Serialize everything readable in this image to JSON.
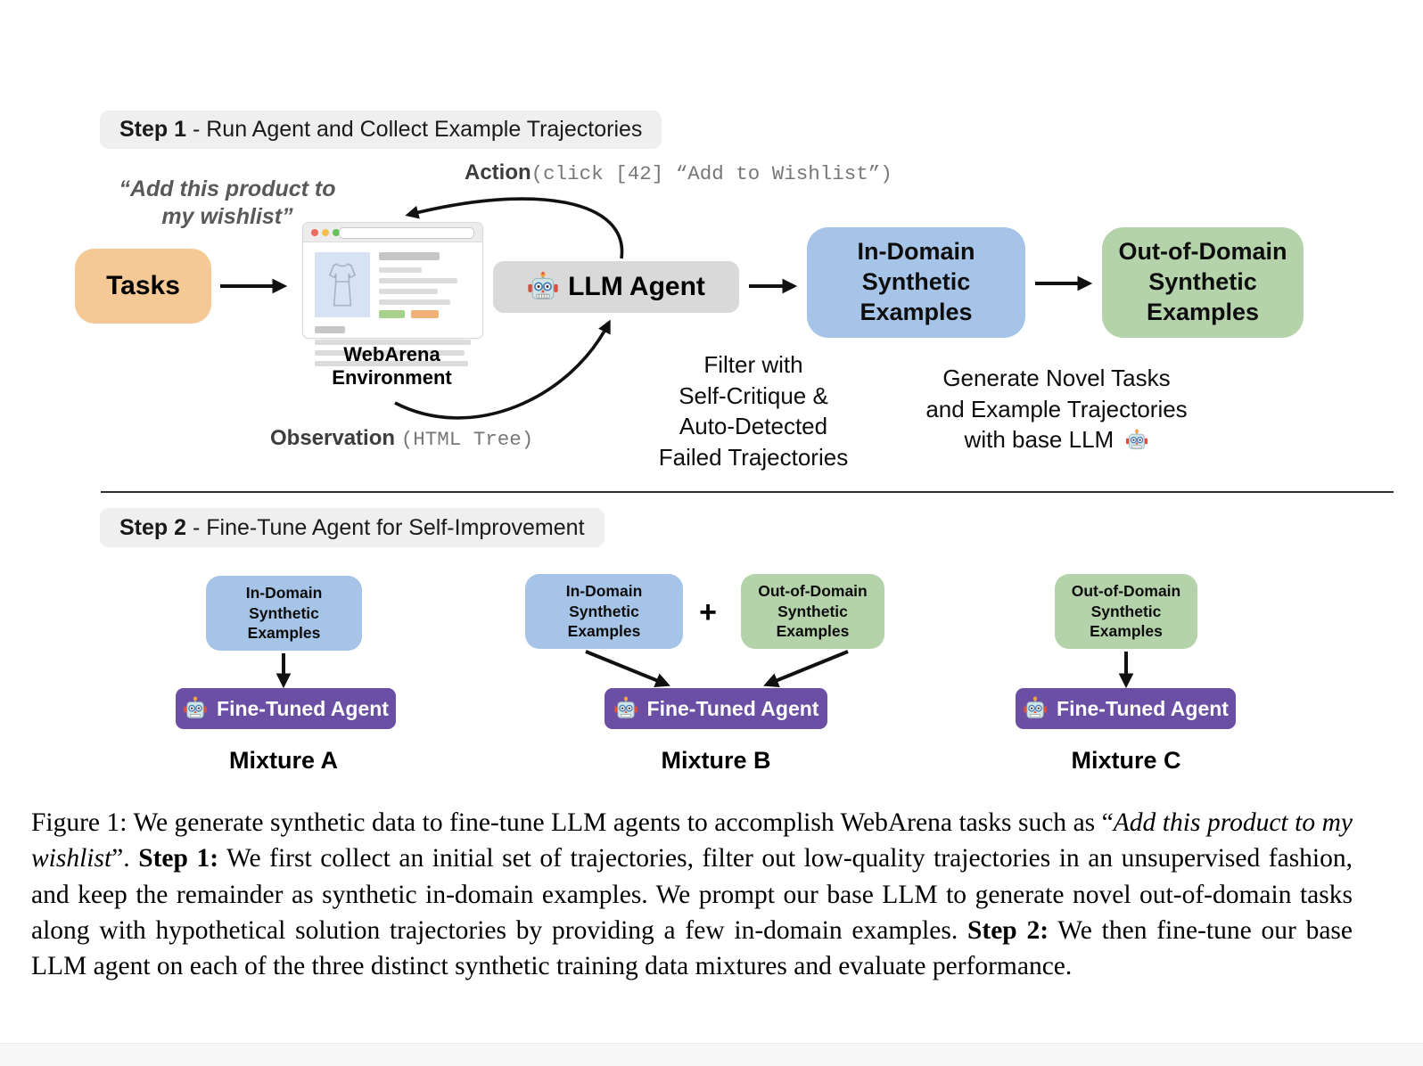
{
  "step1": {
    "header": {
      "bold": "Step 1",
      "rest": " - Run Agent and Collect Example Trajectories"
    },
    "task_quote": "“Add this product to\nmy wishlist”",
    "action": {
      "label": "Action",
      "code": "(click [42] “Add to Wishlist”)"
    },
    "observation": {
      "label": "Observation",
      "code": "(HTML Tree)"
    },
    "tasks_box_label": "Tasks",
    "webarena_caption": "WebArena\nEnvironment",
    "llm_agent_label": "LLM Agent",
    "in_domain_label": "In-Domain\nSynthetic\nExamples",
    "out_domain_label": "Out-of-Domain\nSynthetic\nExamples",
    "filter_note": "Filter with\nSelf-Critique &\nAuto-Detected\nFailed Trajectories",
    "generate_note": {
      "l1": "Generate Novel Tasks",
      "l2": "and Example Trajectories",
      "l3": "with base LLM"
    }
  },
  "step2": {
    "header": {
      "bold": "Step 2",
      "rest": " - Fine-Tune Agent for Self-Improvement"
    },
    "plus_sign": "+",
    "mixtures": [
      {
        "name": "Mixture A",
        "sources": [
          "In-Domain\nSynthetic\nExamples"
        ],
        "agent": "Fine-Tuned Agent"
      },
      {
        "name": "Mixture B",
        "sources": [
          "In-Domain\nSynthetic\nExamples",
          "Out-of-Domain\nSynthetic\nExamples"
        ],
        "agent": "Fine-Tuned Agent"
      },
      {
        "name": "Mixture C",
        "sources": [
          "Out-of-Domain\nSynthetic\nExamples"
        ],
        "agent": "Fine-Tuned Agent"
      }
    ]
  },
  "caption": {
    "c1": "Figure 1: We generate synthetic data to fine-tune LLM agents to accomplish WebArena tasks such as “",
    "c2": "Add this product to my wishlist",
    "c3": "”. ",
    "c4": "Step 1:",
    "c5": " We first collect an initial set of trajectories, filter out low-quality trajectories in an unsupervised fashion, and keep the remainder as synthetic in-domain examples. We prompt our base LLM to generate novel out-of-domain tasks along with hypothetical solution trajectories by providing a few in-domain examples. ",
    "c6": "Step 2:",
    "c7": " We then fine-tune our base LLM agent on each of the three distinct synthetic training data mixtures and evaluate performance."
  },
  "colors": {
    "tasks_box": "#f4c995",
    "in_domain": "#a6c4e7",
    "out_domain": "#b5d3aa",
    "llm_agent_gray": "#d9d9d9",
    "fine_tuned_purple": "#6a4fa4",
    "step_header_bg": "#efefef",
    "browser_image_blue": "#d7e2f4",
    "browser_green_btn": "#a9d18e",
    "browser_orange_btn": "#f2b277"
  }
}
